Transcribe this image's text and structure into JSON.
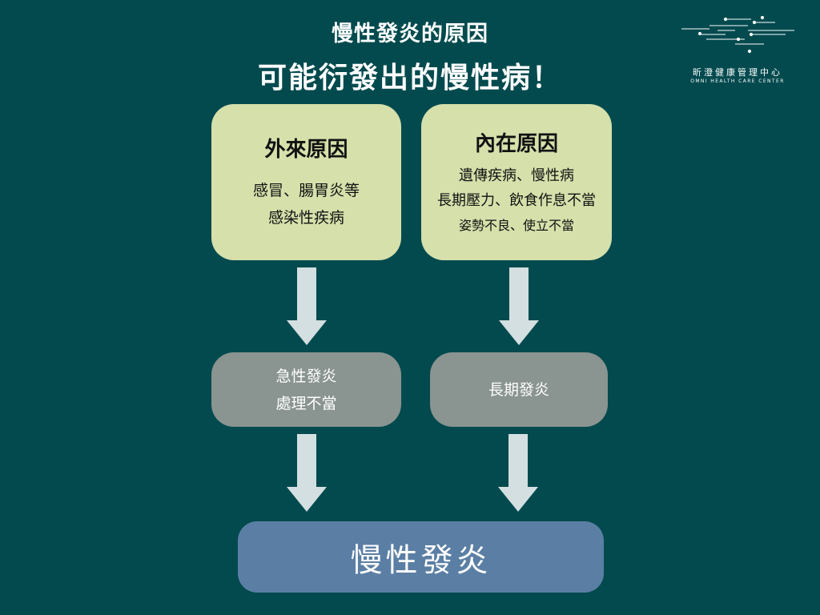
{
  "header": {
    "title_line1": "慢性發炎的原因",
    "title_line2": "可能衍發出的慢性病！"
  },
  "logo": {
    "name": "昕澄健康管理中心",
    "name_en": "OMNI HEALTH CARE CENTER"
  },
  "external_causes": {
    "title": "外來原因",
    "lines": [
      "感冒、腸胃炎等",
      "感染性疾病"
    ]
  },
  "internal_causes": {
    "title": "內在原因",
    "lines": [
      "遺傳疾病、慢性病",
      "長期壓力、飲食作息不當",
      "姿勢不良、使立不當"
    ]
  },
  "acute_box": {
    "lines": [
      "急性發炎",
      "處理不當"
    ]
  },
  "longterm_box": {
    "label": "長期發炎"
  },
  "result_box": {
    "label": "慢性發炎"
  },
  "colors": {
    "background": "#024a4e",
    "cause_box": "#d5e0ab",
    "mid_box": "#8a9490",
    "result_box": "#5b7fa4",
    "arrow": "#d3dfe0"
  }
}
